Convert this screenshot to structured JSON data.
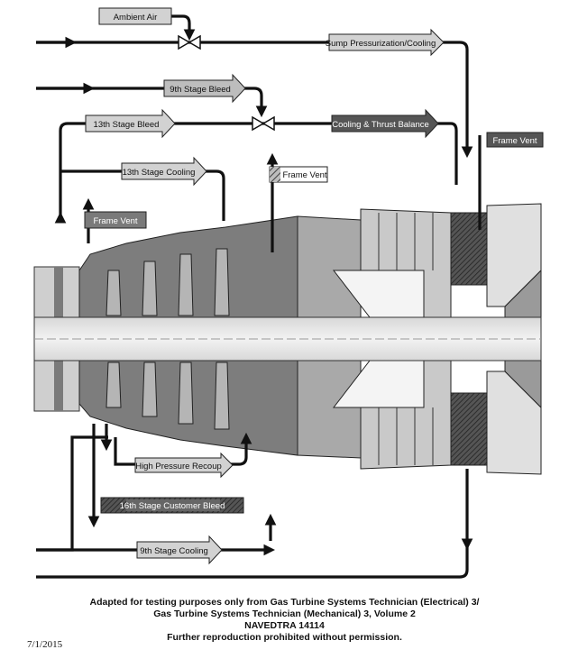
{
  "labels": {
    "ambient_air": "Ambient Air",
    "sump_pressurization": "Sump Pressurization/Cooling",
    "stage9_bleed": "9th Stage Bleed",
    "stage13_bleed": "13th Stage Bleed",
    "cooling_thrust": "Cooling & Thrust Balance",
    "frame_vent_right": "Frame Vent",
    "stage13_cooling": "13th Stage Cooling",
    "frame_vent_mid": "Frame Vent",
    "frame_vent_left": "Frame Vent",
    "hp_recoup": "High Pressure Recoup",
    "stage16_customer_bleed": "16th Stage Customer Bleed",
    "stage9_cooling": "9th Stage Cooling"
  },
  "footer": {
    "line1": "Adapted for testing purposes only from Gas Turbine Systems Technician (Electrical) 3/",
    "line2": "Gas Turbine Systems Technician (Mechanical) 3, Volume 2",
    "line3": "NAVEDTRA 14114",
    "line4": "Further reproduction prohibited without permission."
  },
  "date": "7/1/2015",
  "colors": {
    "label_light": "#d2d2d2",
    "label_dark": "#555555",
    "flow_line": "#111111",
    "engine_mid": "#8c8c8c"
  }
}
